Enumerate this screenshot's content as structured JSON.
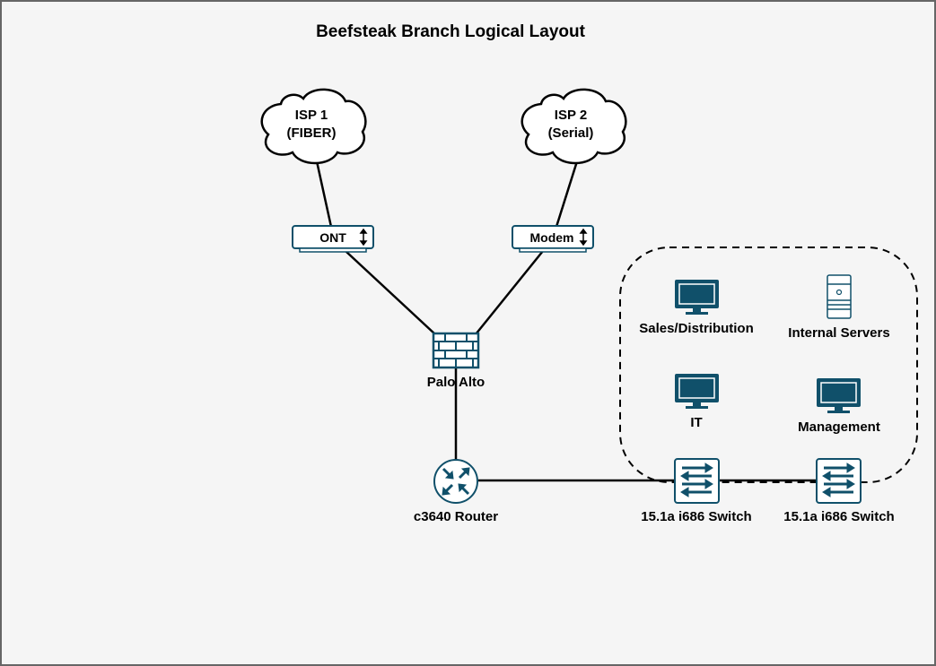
{
  "title": "Beefsteak Branch Logical Layout",
  "colors": {
    "background": "#f5f5f5",
    "frame": "#666666",
    "icon": "#10506a",
    "line": "#000000",
    "cloud_fill": "#ffffff"
  },
  "clouds": [
    {
      "line1": "ISP 1",
      "line2": "(FIBER)"
    },
    {
      "line1": "ISP 2",
      "line2": "(Serial)"
    }
  ],
  "modems": [
    {
      "label": "ONT",
      "icon": "up-down-arrow-icon"
    },
    {
      "label": "Modem",
      "icon": "up-down-arrow-icon"
    }
  ],
  "firewall": {
    "label": "Palo Alto",
    "icon": "firewall-brick-icon"
  },
  "router": {
    "label": "c3640 Router",
    "icon": "router-icon"
  },
  "switches": [
    {
      "label": "15.1a i686 Switch",
      "icon": "switch-icon"
    },
    {
      "label": "15.1a i686 Switch",
      "icon": "switch-icon"
    }
  ],
  "groups": [
    {
      "label": "Sales/Distribution",
      "icon": "monitor-icon"
    },
    {
      "label": "Internal Servers",
      "icon": "server-tower-icon"
    },
    {
      "label": "IT",
      "icon": "monitor-icon"
    },
    {
      "label": "Management",
      "icon": "monitor-icon"
    }
  ]
}
